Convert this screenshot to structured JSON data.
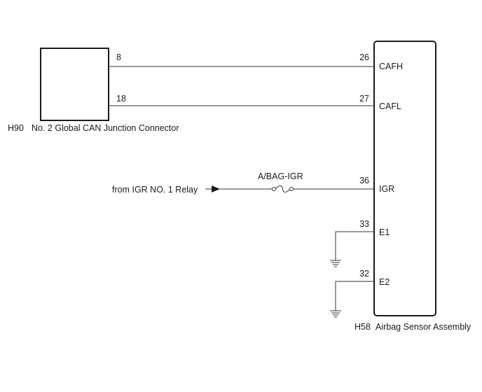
{
  "connector_h90": {
    "code": "H90",
    "name": "No. 2 Global CAN Junction Connector",
    "pins": {
      "cafh": "8",
      "cafl": "18"
    }
  },
  "assembly_h58": {
    "code": "H58",
    "name": "Airbag Sensor Assembly",
    "pins": [
      {
        "number": "26",
        "label": "CAFH"
      },
      {
        "number": "27",
        "label": "CAFL"
      },
      {
        "number": "36",
        "label": "IGR"
      },
      {
        "number": "33",
        "label": "E1"
      },
      {
        "number": "32",
        "label": "E2"
      }
    ]
  },
  "fuse": {
    "label": "A/BAG-IGR"
  },
  "power_source": {
    "label": "from IGR NO. 1 Relay"
  }
}
